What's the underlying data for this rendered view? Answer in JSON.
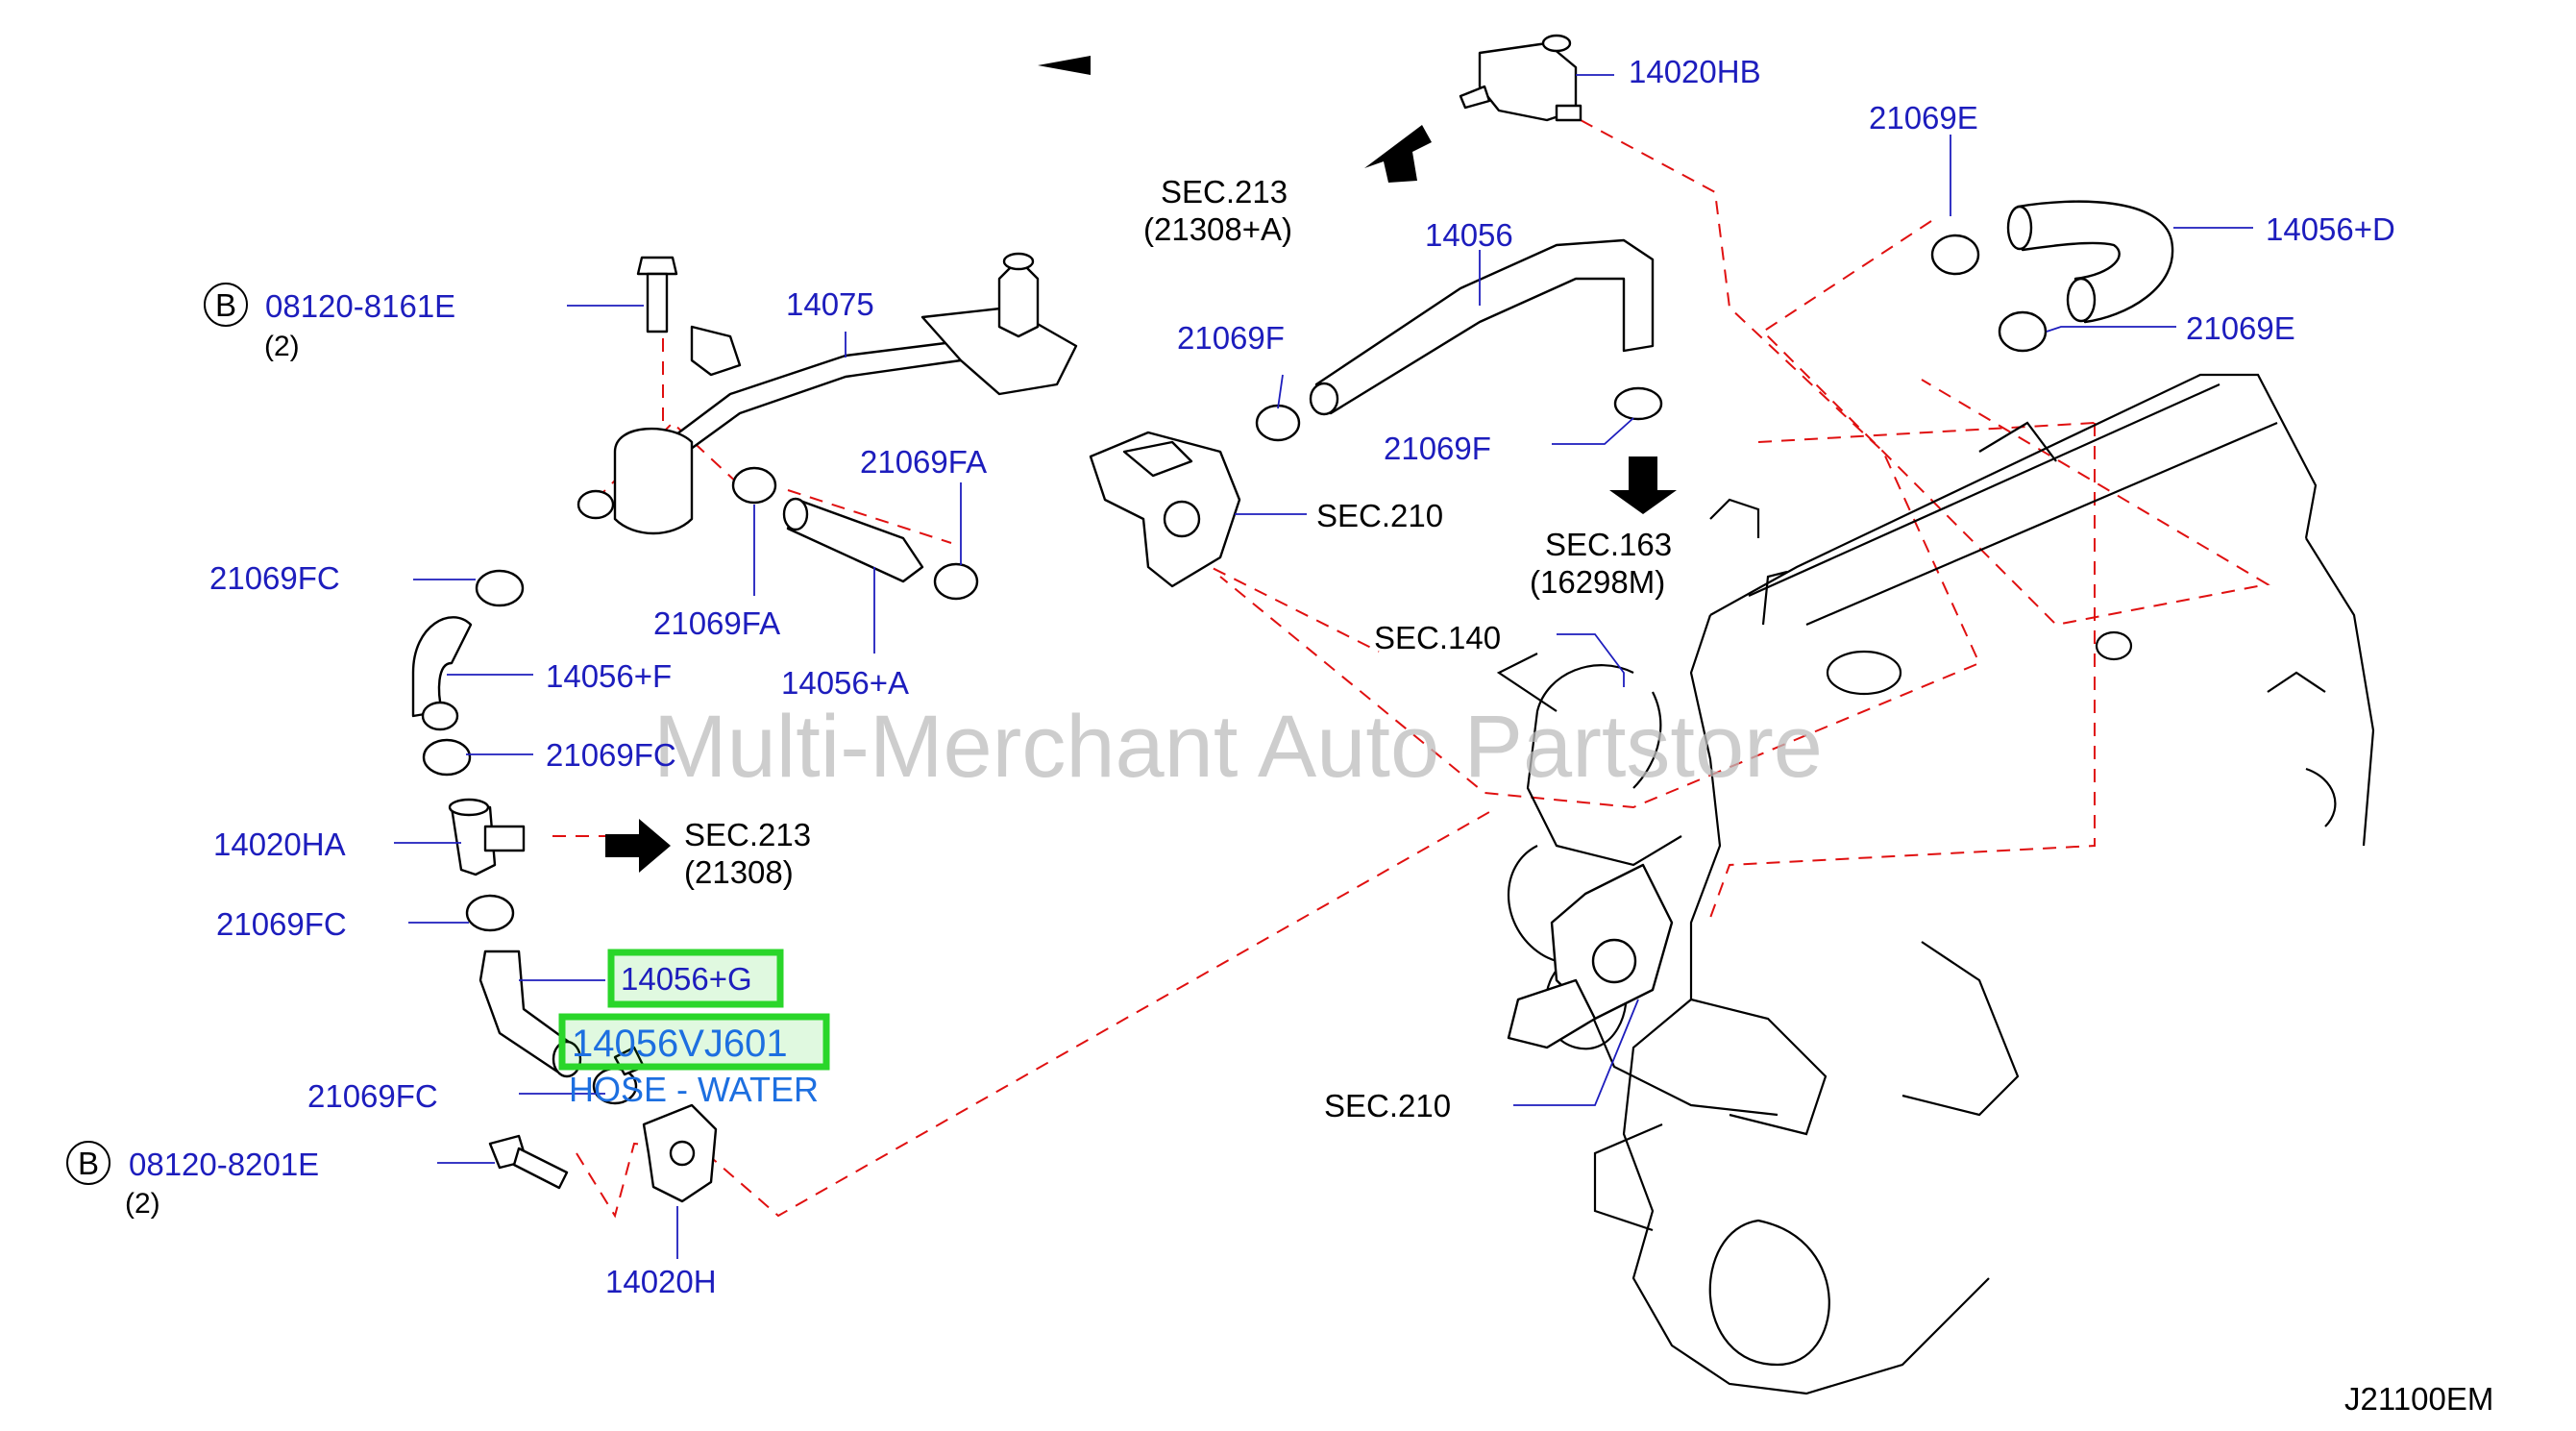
{
  "diagram": {
    "code": "J21100EM",
    "watermark": "Multi-Merchant Auto Partstore",
    "highlight": {
      "part_number": "14056VJ601",
      "description": "HOSE - WATER"
    },
    "bolts": [
      {
        "circle": "B",
        "number": "08120-8161E",
        "qty": "(2)"
      },
      {
        "circle": "B",
        "number": "08120-8201E",
        "qty": "(2)"
      }
    ],
    "labels": {
      "p14020HB": "14020HB",
      "p21069E_top": "21069E",
      "p14056D": "14056+D",
      "p21069E_bot": "21069E",
      "p14056": "14056",
      "p14075": "14075",
      "p21069F_left": "21069F",
      "p21069F_right": "21069F",
      "p21069FA_top": "21069FA",
      "p21069FA_bot": "21069FA",
      "p21069FC_1": "21069FC",
      "p21069FC_2": "21069FC",
      "p21069FC_3": "21069FC",
      "p21069FC_4": "21069FC",
      "p14056F": "14056+F",
      "p14056A": "14056+A",
      "p14020HA": "14020HA",
      "p14056G": "14056+G",
      "p14020H": "14020H"
    },
    "sections": {
      "s213_top": "SEC.213",
      "s213_top_sub": "(21308+A)",
      "s210_mid": "SEC.210",
      "s163": "SEC.163",
      "s163_sub": "(16298M)",
      "s140": "SEC.140",
      "s213_left": "SEC.213",
      "s213_left_sub": "(21308)",
      "s210_bot": "SEC.210"
    }
  }
}
